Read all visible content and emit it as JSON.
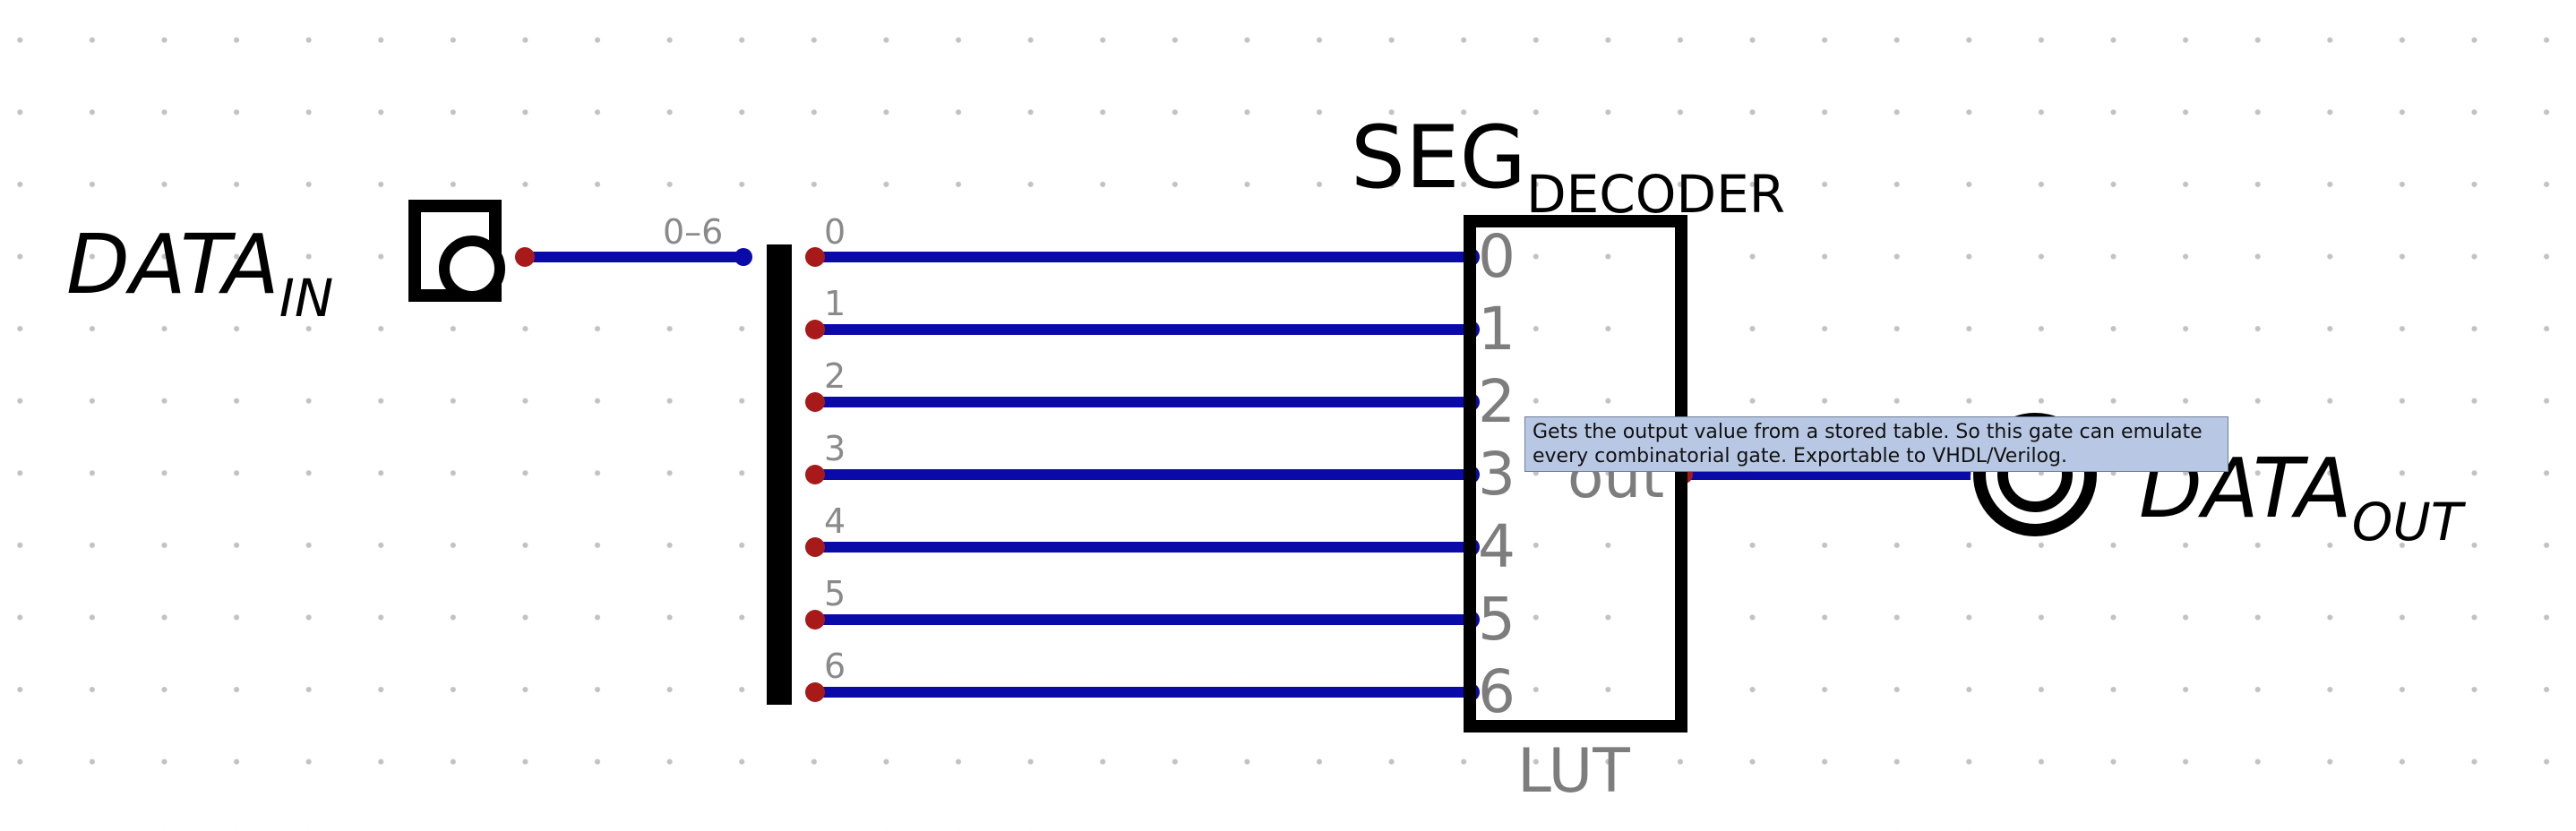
{
  "input": {
    "name_main": "DATA",
    "name_sub": "IN"
  },
  "output": {
    "name_main": "DATA",
    "name_sub": "OUT"
  },
  "splitter": {
    "range_label": "0–6",
    "bit_labels": [
      "0",
      "1",
      "2",
      "3",
      "4",
      "5",
      "6"
    ]
  },
  "lut": {
    "title_main": "SEG",
    "title_sub": "DECODER",
    "input_pins": [
      "0",
      "1",
      "2",
      "3",
      "4",
      "5",
      "6"
    ],
    "output_pin": "out",
    "type_label": "LUT"
  },
  "tooltip": {
    "line1": "Gets the output value from a stored table. So this gate can emulate",
    "line2": "every combinatorial gate. Exportable to VHDL/Verilog."
  },
  "colors": {
    "wire": "#0a0aa8",
    "pin_dot": "#a81a1a",
    "component": "#000000",
    "label_gray": "#7d7d7d",
    "tooltip_bg": "#b8c8e4"
  }
}
